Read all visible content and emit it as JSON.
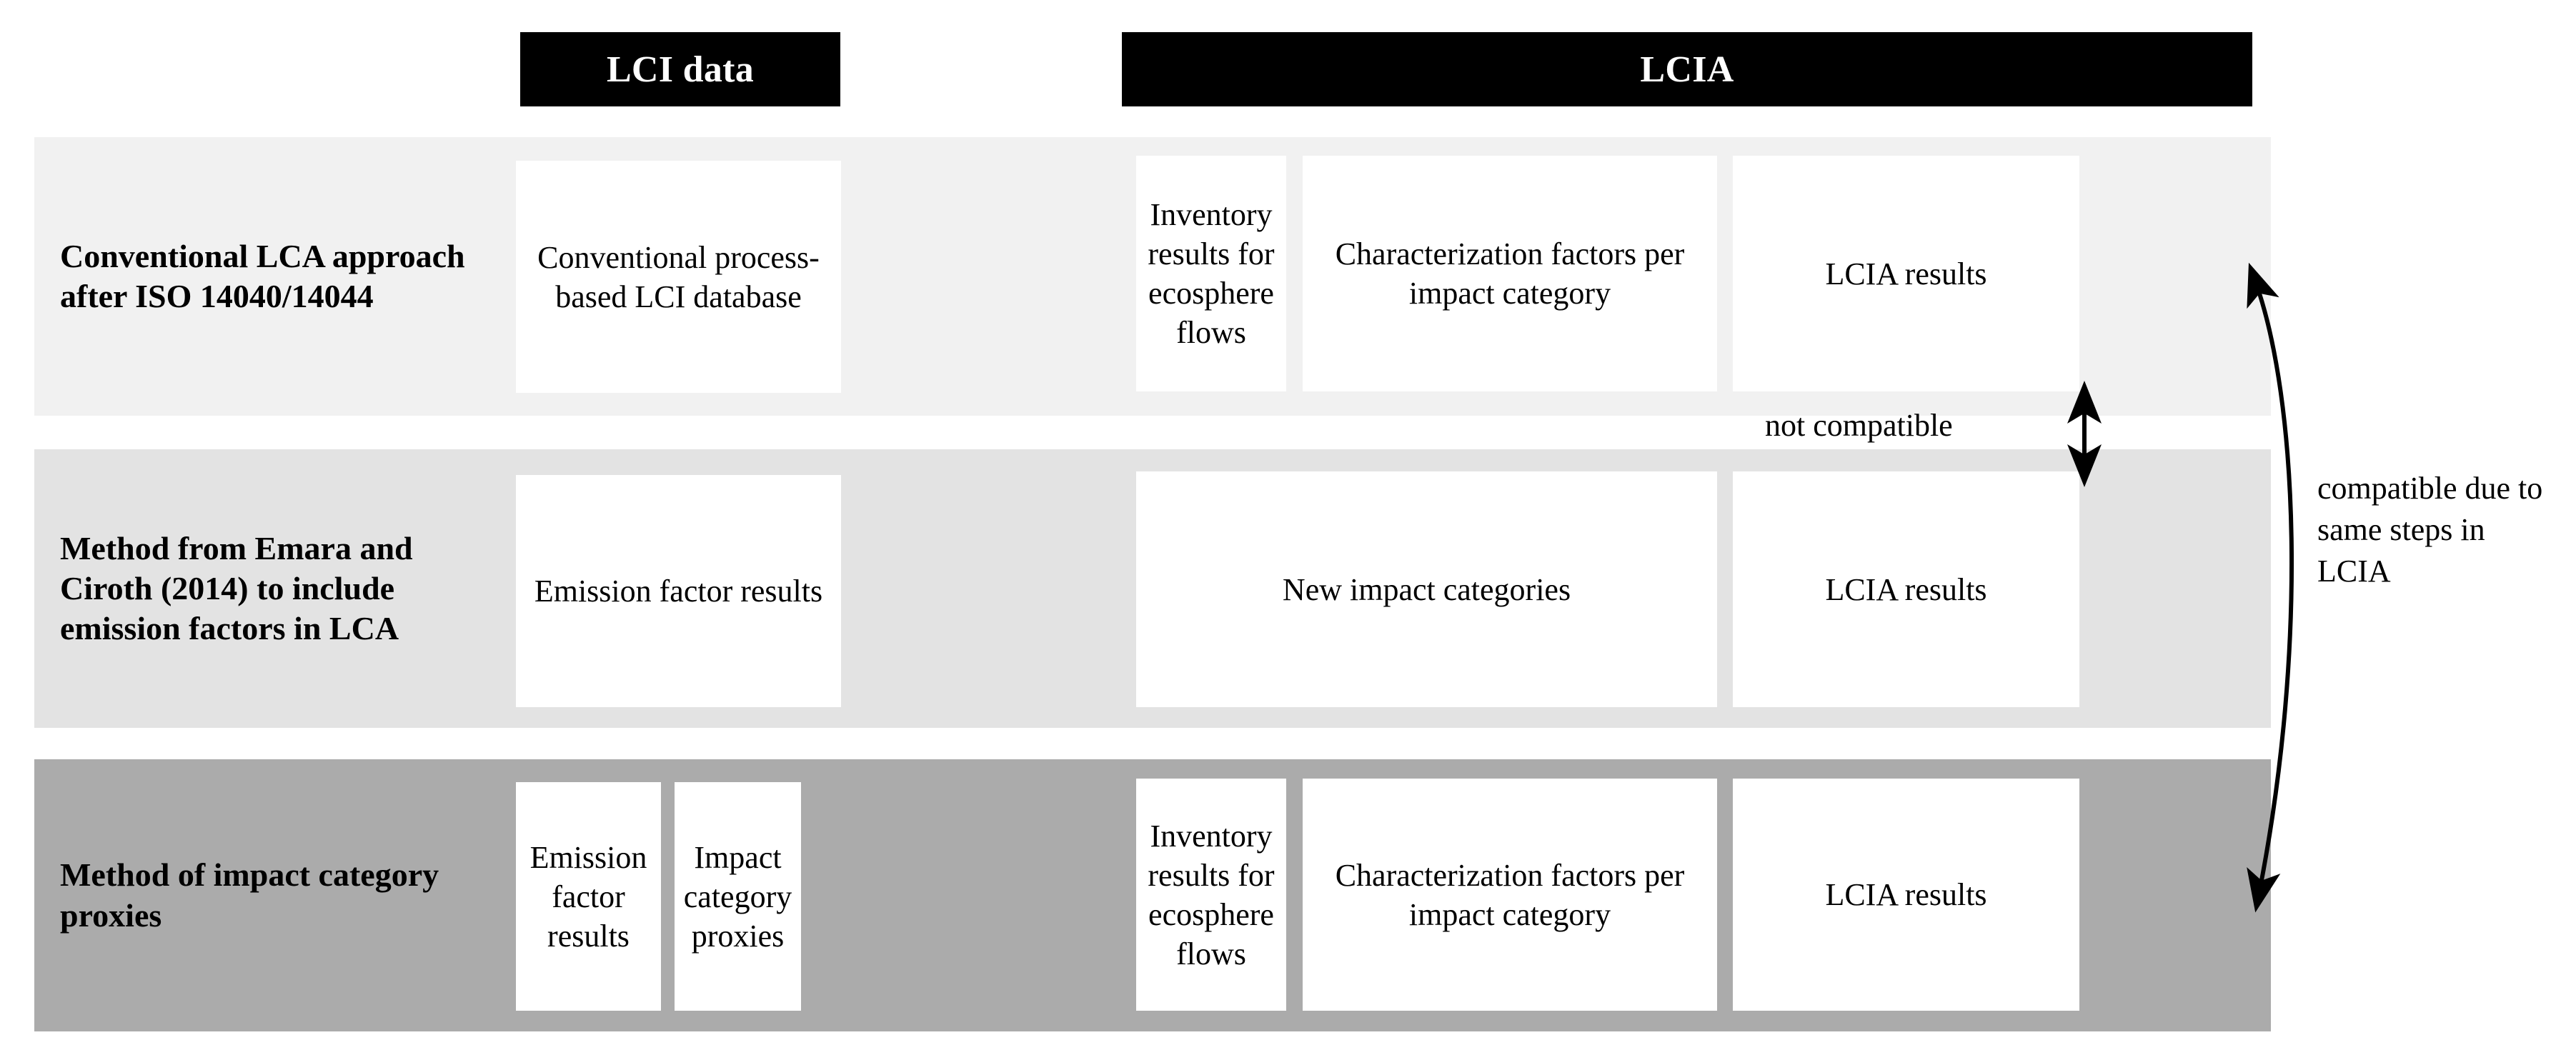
{
  "headers": [
    {
      "id": "lci",
      "label": "LCI data"
    },
    {
      "id": "lcia",
      "label": "LCIA"
    }
  ],
  "rows": [
    {
      "id": "conventional-lca",
      "label": "Conventional LCA approach after ISO 14040/14044",
      "background": "#f1f1f1",
      "boxes": [
        {
          "id": "conventional-process-based-lci-database",
          "label": "Conventional process-based LCI database",
          "column": "lci"
        },
        {
          "id": "inventory-results-ecosphere-flows",
          "label": "Inventory results for ecosphere flows",
          "column": "lcia"
        },
        {
          "id": "characterization-factors-per-impact-category",
          "label": "Characterization factors per impact category",
          "column": "lcia"
        },
        {
          "id": "lcia-results",
          "label": "LCIA results",
          "column": "lcia"
        }
      ]
    },
    {
      "id": "emara-ciroth-method",
      "label": "Method from Emara and Ciroth (2014) to include emission factors in LCA",
      "background": "#e3e3e3",
      "boxes": [
        {
          "id": "emission-factor-results",
          "label": "Emission factor results",
          "column": "lci"
        },
        {
          "id": "new-impact-categories",
          "label": "New impact categories",
          "column": "lcia"
        },
        {
          "id": "lcia-results",
          "label": "LCIA results",
          "column": "lcia"
        }
      ]
    },
    {
      "id": "impact-category-proxies-method",
      "label": "Method of impact category proxies",
      "background": "#ababab",
      "boxes": [
        {
          "id": "emission-factor-results",
          "label": "Emission factor results",
          "column": "lci"
        },
        {
          "id": "impact-category-proxies",
          "label": "Impact category proxies",
          "column": "lci"
        },
        {
          "id": "inventory-results-ecosphere-flows",
          "label": "Inventory results for ecosphere flows",
          "column": "lcia"
        },
        {
          "id": "characterization-factors-per-impact-category",
          "label": "Characterization factors per impact category",
          "column": "lcia"
        },
        {
          "id": "lcia-results",
          "label": "LCIA results",
          "column": "lcia"
        }
      ]
    }
  ],
  "annotations": {
    "not_compatible": "not compatible",
    "compatible": "compatible due to same steps in LCIA"
  },
  "colors": {
    "header_bar": "#000000",
    "header_text": "#ffffff",
    "row1_bg": "#f1f1f1",
    "row2_bg": "#e3e3e3",
    "row3_bg": "#ababab",
    "box_bg": "#ffffff",
    "text": "#000000",
    "arrow": "#000000",
    "page_bg": "#ffffff"
  }
}
